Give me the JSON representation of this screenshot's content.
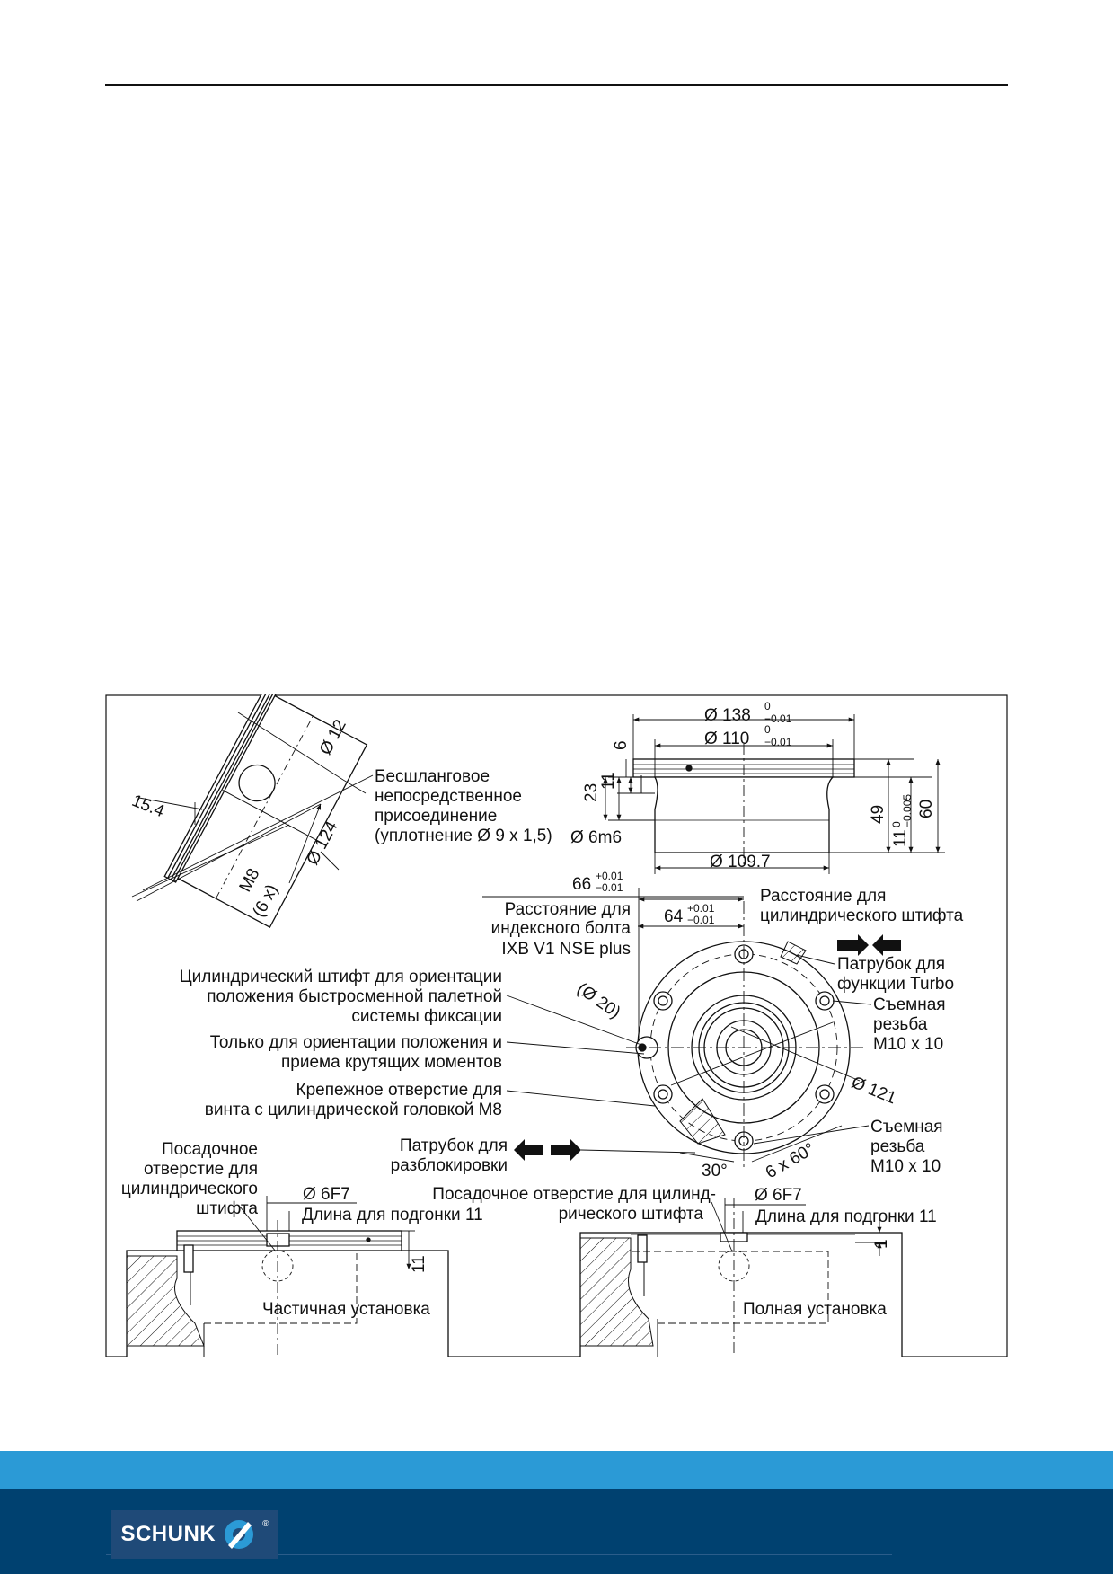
{
  "colors": {
    "footer_top": "#2b9ad6",
    "footer_bottom": "#004170",
    "logo_bg": "#1f4a78",
    "line": "#111111"
  },
  "brand": {
    "name": "SCHUNK",
    "reg": "®"
  },
  "dims": {
    "d138": "Ø 138",
    "d138_tol_upper": "0",
    "d138_tol_lower": "−0.01",
    "d110": "Ø 110",
    "d110_tol_upper": "0",
    "d110_tol_lower": "−0.01",
    "d109_7": "Ø 109.7",
    "d6m6": "Ø 6m6",
    "d12": "Ø 12",
    "d124": "Ø 124",
    "d121": "Ø 121",
    "d20": "(Ø 20)",
    "v15_4": "15.4",
    "m8": "M8",
    "m8_count": "(6 x)",
    "v6": "6",
    "v23": "23",
    "v11_top": "11",
    "v49": "49",
    "v11_tol": "11",
    "v11_tol_upper": "0",
    "v11_tol_lower": "−0.005",
    "v60": "60",
    "v66": "66",
    "v66_tol_upper": "+0.01",
    "v66_tol_lower": "−0.01",
    "v64": "64",
    "v64_tol_upper": "+0.01",
    "v64_tol_lower": "−0.01",
    "v30": "30°",
    "v6x60": "6 x 60°",
    "d6f7_left": "Ø 6F7",
    "d6f7_right": "Ø 6F7",
    "v11_left": "11",
    "v1_right": "1"
  },
  "labels": {
    "hoseless": [
      "Бесшланговое",
      "непосредственное",
      "присоединение",
      "(уплотнение Ø 9 x 1,5)"
    ],
    "index_bolt": [
      "Расстояние для",
      "индексного болта",
      "IXB V1 NSE plus"
    ],
    "cyl_pin_dist": [
      "Расстояние для",
      "цилиндрического штифта"
    ],
    "turbo": [
      "Патрубок для",
      "функции Turbo"
    ],
    "removable_thread_top": [
      "Съемная",
      "резьба",
      "M10 x 10"
    ],
    "removable_thread_bottom": [
      "Съемная",
      "резьба",
      "M10 x 10"
    ],
    "cyl_pin_orient": [
      "Цилиндрический штифт для ориентации",
      "положения быстросменной палетной",
      "системы фиксации"
    ],
    "only_orient": [
      "Только для ориентации положения и",
      "приема крутящих моментов"
    ],
    "mount_hole": [
      "Крепежное отверстие для",
      "винта с цилиндрической головкой M8"
    ],
    "unlock": [
      "Патрубок для",
      "разблокировки"
    ],
    "seat_hole_left": [
      "Посадочное",
      "отверстие для",
      "цилиндрического",
      "штифта"
    ],
    "fit_length_left": "Длина для подгонки 11",
    "seat_hole_right": [
      "Посадочное отверстие для цилинд-",
      "рического штифта"
    ],
    "fit_length_right": "Длина для подгонки 11",
    "partial_install": "Частичная установка",
    "full_install": "Полная установка"
  }
}
